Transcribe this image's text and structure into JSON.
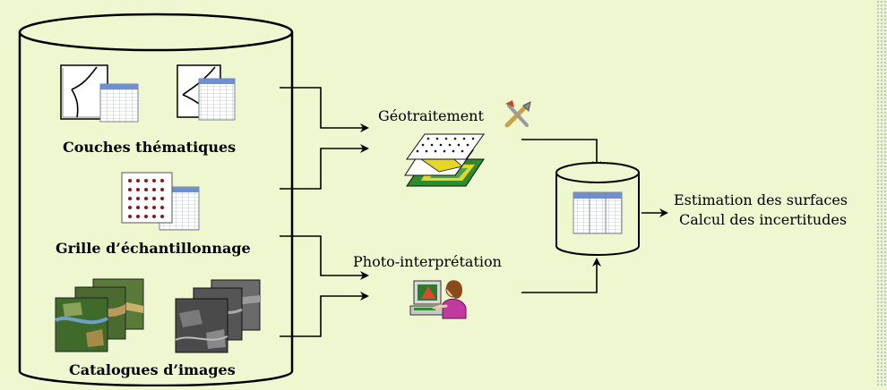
{
  "database": {
    "layers": {
      "label": "Couches thématiques"
    },
    "grid": {
      "label": "Grille d’échantillonnage"
    },
    "catalog": {
      "label": "Catalogues d’images"
    }
  },
  "processes": {
    "geoprocessing": {
      "label": "Géotraitement",
      "icon": "tools-icon"
    },
    "photo": {
      "label": "Photo-interprétation",
      "icon": "person-at-computer-icon"
    }
  },
  "outputs": {
    "line1": "Estimation des surfaces",
    "line2": "Calcul des incertitudes"
  },
  "colors": {
    "background": "#eef7d0",
    "table_header": "#6f8fd0",
    "grid_dot": "#8a1a1a",
    "green": "#2e8b2e",
    "yellow": "#e5d62a"
  }
}
